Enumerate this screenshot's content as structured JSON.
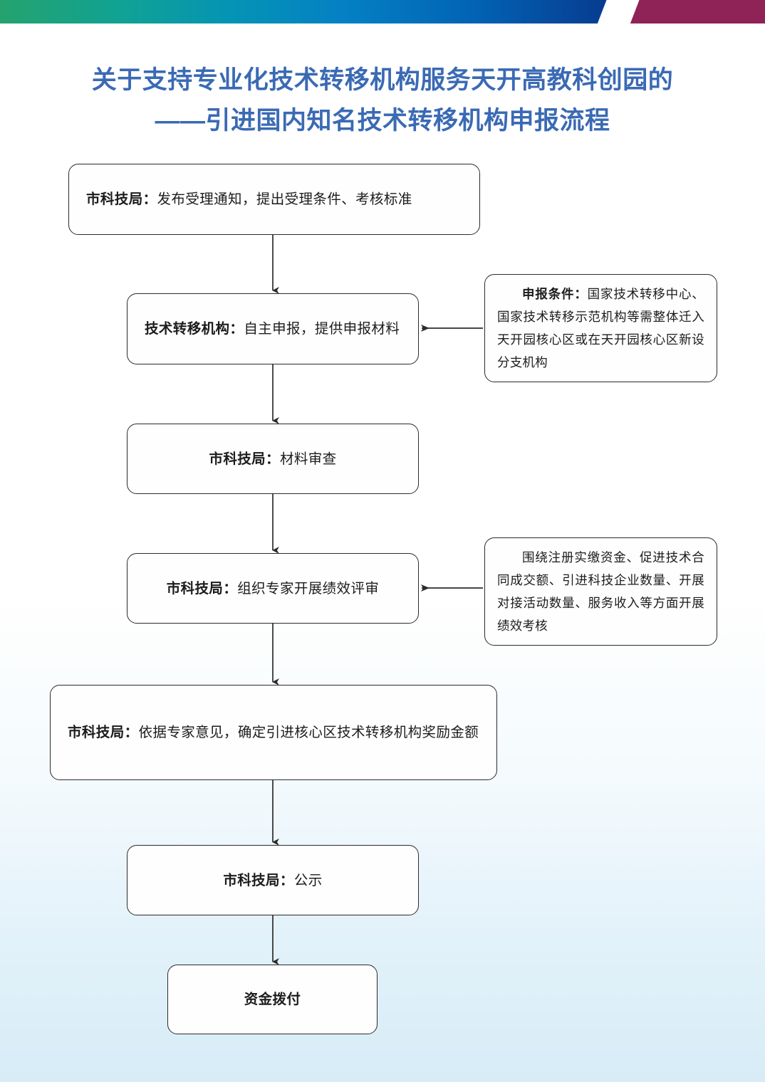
{
  "header": {
    "band_colors": {
      "green": "#25a36e",
      "teal": "#0494b5",
      "blue": "#0480c4",
      "navy": "#0b2b73",
      "magenta": "#8f2257",
      "slash": "#ffffff"
    }
  },
  "title": {
    "color": "#3a6ab4",
    "line1": "关于支持专业化技术转移机构服务天开高教科创园的",
    "line2": "——引进国内知名技术转移机构申报流程"
  },
  "flowchart": {
    "type": "flowchart",
    "orientation": "vertical",
    "nodes": [
      {
        "id": "node-1",
        "lead": "市科技局：",
        "body": "发布受理通知，提出受理条件、考核标准",
        "align": "left"
      },
      {
        "id": "node-2",
        "lead": "技术转移机构：",
        "body": "自主申报，提供申报材料",
        "align": "left"
      },
      {
        "id": "node-3",
        "lead": "市科技局：",
        "body": "材料审查",
        "align": "center"
      },
      {
        "id": "node-4",
        "lead": "市科技局：",
        "body": "组织专家开展绩效评审",
        "align": "center"
      },
      {
        "id": "node-5",
        "lead": "市科技局：",
        "body": "依据专家意见，确定引进核心区技术转移机构奖励金额",
        "align": "left"
      },
      {
        "id": "node-6",
        "lead": "市科技局：",
        "body": "公示",
        "align": "center"
      },
      {
        "id": "node-7",
        "lead": "资金拨付",
        "body": "",
        "align": "center"
      }
    ],
    "notes": [
      {
        "id": "note-1",
        "lead": "申报条件：",
        "body": "国家技术转移中心、国家技术转移示范机构等需整体迁入天开园核心区或在天开园核心区新设分支机构",
        "target": "node-2"
      },
      {
        "id": "note-2",
        "lead": "",
        "body": "围绕注册实缴资金、促进技术合同成交额、引进科技企业数量、开展对接活动数量、服务收入等方面开展绩效考核",
        "target": "node-4"
      }
    ],
    "edges": [
      {
        "from": "node-1",
        "to": "node-2",
        "direction": "down"
      },
      {
        "from": "node-2",
        "to": "node-3",
        "direction": "down"
      },
      {
        "from": "node-3",
        "to": "node-4",
        "direction": "down"
      },
      {
        "from": "node-4",
        "to": "node-5",
        "direction": "down"
      },
      {
        "from": "node-5",
        "to": "node-6",
        "direction": "down"
      },
      {
        "from": "node-6",
        "to": "node-7",
        "direction": "down"
      },
      {
        "from": "note-1",
        "to": "node-2",
        "direction": "left"
      },
      {
        "from": "note-2",
        "to": "node-4",
        "direction": "left"
      }
    ]
  }
}
